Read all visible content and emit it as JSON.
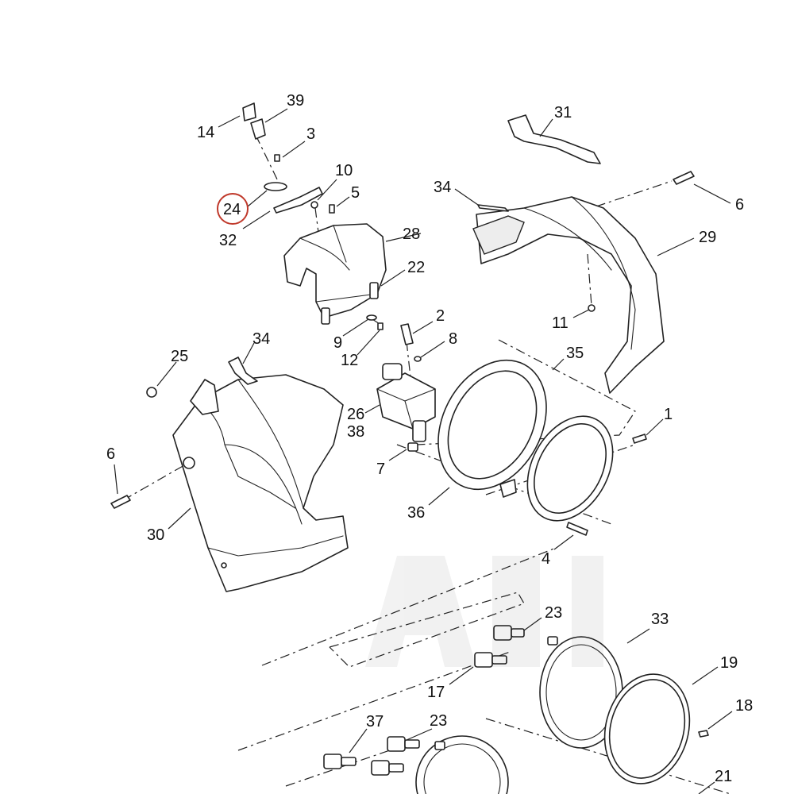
{
  "diagram": {
    "highlighted_callout": "24",
    "highlight_color": "#c0392b",
    "callouts": {
      "c1": "1",
      "c2": "2",
      "c3": "3",
      "c4": "4",
      "c5": "5",
      "c6a": "6",
      "c6b": "6",
      "c7": "7",
      "c8": "8",
      "c9": "9",
      "c10": "10",
      "c11": "11",
      "c12": "12",
      "c14": "14",
      "c17": "17",
      "c18": "18",
      "c19": "19",
      "c21": "21",
      "c22": "22",
      "c23a": "23",
      "c23b": "23",
      "c24": "24",
      "c25": "25",
      "c26": "26",
      "c28": "28",
      "c29": "29",
      "c30": "30",
      "c31": "31",
      "c32": "32",
      "c33": "33",
      "c34a": "34",
      "c34b": "34",
      "c35": "35",
      "c36": "36",
      "c37": "37",
      "c38": "38",
      "c39": "39"
    }
  }
}
